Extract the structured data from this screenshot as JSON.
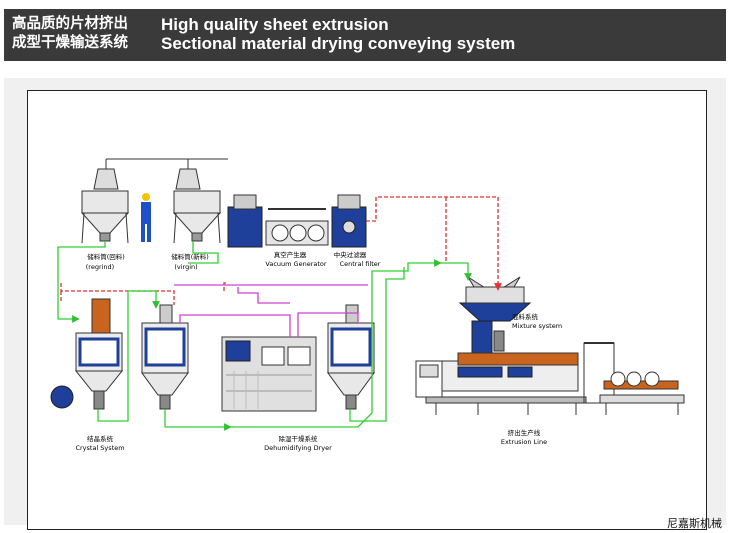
{
  "header": {
    "title_cn_line1": "高品质的片材挤出",
    "title_cn_line2": "成型干燥输送系统",
    "title_en_line1": "High quality sheet extrusion",
    "title_en_line2": "Sectional material drying conveying system"
  },
  "diagram": {
    "labels": {
      "regrind_cn": "储料筒(回料)",
      "regrind_en": "(regrind)",
      "virgin_cn": "储料筒(新料)",
      "virgin_en": "(virgin)",
      "vacuum_cn": "真空产生器",
      "vacuum_en": "Vacuum Generator",
      "filter_cn": "中央过滤器",
      "filter_en": "Central filter",
      "mixture_cn": "混料系统",
      "mixture_en": "Mixture system",
      "crystal_cn": "结晶系统",
      "crystal_en": "Crystal System",
      "dryer_cn": "除湿干燥系统",
      "dryer_en": "Dehumidifying Dryer",
      "extrusion_cn": "挤出生产线",
      "extrusion_en": "Extrusion Line"
    },
    "colors": {
      "vacuum_line": "#e03030",
      "material_line": "#30d030",
      "air_line": "#d040d0",
      "hopper_blue": "#1e3f9a"
    }
  },
  "footer": {
    "brand": "尼嘉斯机械"
  }
}
